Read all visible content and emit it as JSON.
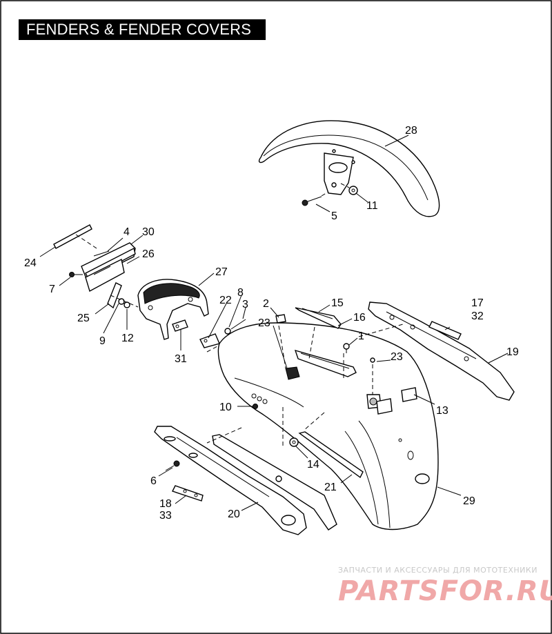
{
  "diagram": {
    "title": "FENDERS & FENDER COVERS",
    "callouts": {
      "c1": "1",
      "c2": "2",
      "c3": "3",
      "c4": "4",
      "c5": "5",
      "c6": "6",
      "c7": "7",
      "c8": "8",
      "c9": "9",
      "c10": "10",
      "c11": "11",
      "c12": "12",
      "c13": "13",
      "c14": "14",
      "c15": "15",
      "c16": "16",
      "c17": "17",
      "c18": "18",
      "c19": "19",
      "c20": "20",
      "c21": "21",
      "c22": "22",
      "c23a": "23",
      "c23b": "23",
      "c24": "24",
      "c25": "25",
      "c26": "26",
      "c27": "27",
      "c28": "28",
      "c29": "29",
      "c30": "30",
      "c31": "31",
      "c32": "32",
      "c33": "33"
    }
  },
  "watermark": {
    "subtitle": "ЗАПЧАСТИ И АКСЕССУАРЫ ДЛЯ МОТОТЕХНИКИ",
    "logo": "PARTSFOR.RU"
  }
}
